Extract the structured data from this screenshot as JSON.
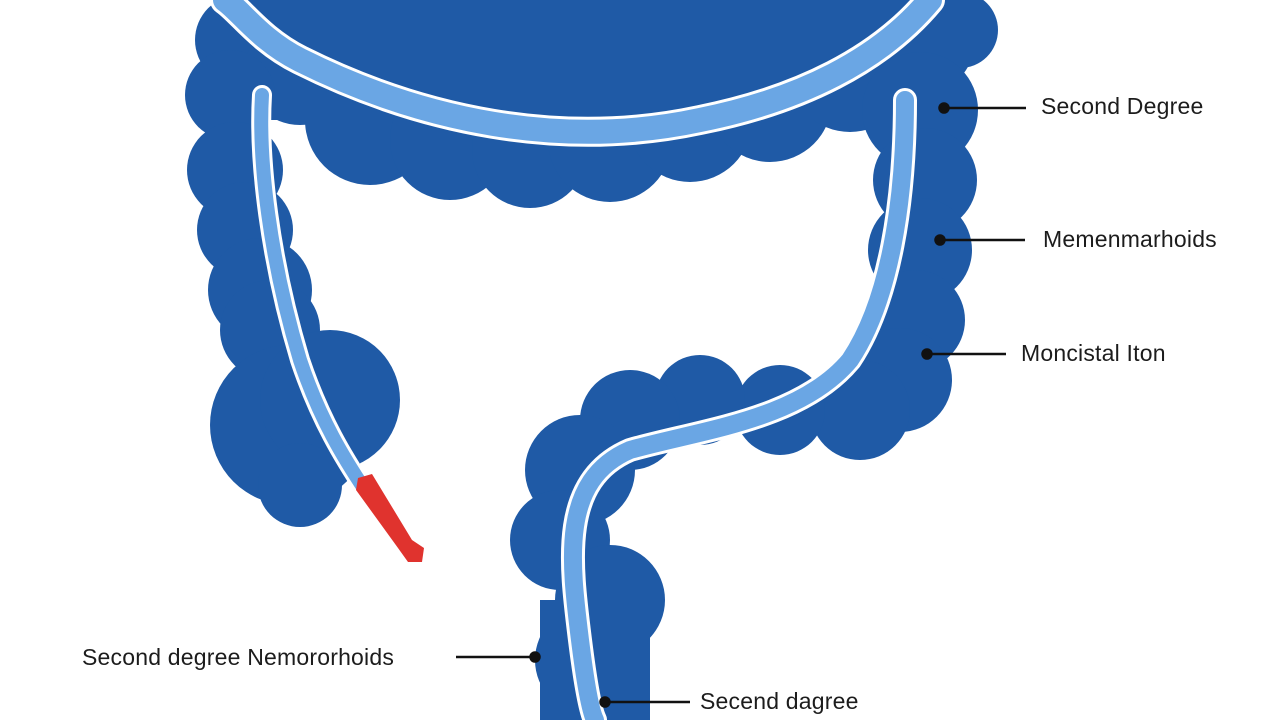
{
  "colors": {
    "colon_fill": "#1f5aa6",
    "colon_shadow": "#184c8f",
    "lumen": "#6aa6e4",
    "lumen_outline": "#ffffff",
    "appendix": "#e0332e",
    "leader_line": "#111111",
    "label_text": "#1c1c1c"
  },
  "labels": [
    {
      "id": "lbl-1",
      "text": "Second Degree"
    },
    {
      "id": "lbl-2",
      "text": "Memenmarhoids"
    },
    {
      "id": "lbl-3",
      "text": "Moncistal Iton"
    },
    {
      "id": "lbl-4",
      "text": "Second degree Nemororhoids"
    },
    {
      "id": "lbl-5",
      "text": "Secend dagree"
    }
  ]
}
